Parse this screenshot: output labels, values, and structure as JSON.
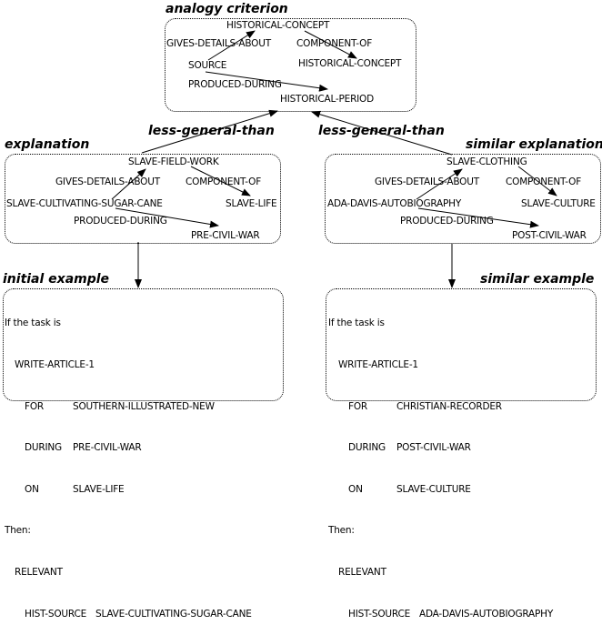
{
  "colors": {
    "ink": "#000000",
    "background": "#ffffff"
  },
  "analogy": {
    "title": "analogy criterion",
    "nodes": {
      "concept": "HISTORICAL-CONCEPT",
      "source": "SOURCE",
      "concept2": "HISTORICAL-CONCEPT",
      "period": "HISTORICAL-PERIOD"
    },
    "relations": {
      "gives": "GIVES-DETAILS-ABOUT",
      "component": "COMPONENT-OF",
      "produced": "PRODUCED-DURING"
    }
  },
  "links": {
    "left_label": "less-general-than",
    "right_label": "less-general-than"
  },
  "explanation": {
    "title": "explanation",
    "nodes": {
      "concept": "SLAVE-FIELD-WORK",
      "source": "SLAVE-CULTIVATING-SUGAR-CANE",
      "concept2": "SLAVE-LIFE",
      "period": "PRE-CIVIL-WAR"
    },
    "relations": {
      "gives": "GIVES-DETAILS-ABOUT",
      "component": "COMPONENT-OF",
      "produced": "PRODUCED-DURING"
    }
  },
  "similar_explanation": {
    "title": "similar explanation",
    "nodes": {
      "concept": "SLAVE-CLOTHING",
      "source": "ADA-DAVIS-AUTOBIOGRAPHY",
      "concept2": "SLAVE-CULTURE",
      "period": "POST-CIVIL-WAR"
    },
    "relations": {
      "gives": "GIVES-DETAILS-ABOUT",
      "component": "COMPONENT-OF",
      "produced": "PRODUCED-DURING"
    }
  },
  "initial_example": {
    "title": "initial example",
    "if_line": "If the task is",
    "task": "WRITE-ARTICLE-1",
    "for_key": "FOR",
    "for_val": "SOUTHERN-ILLUSTRATED-NEW",
    "during_key": "DURING",
    "during_val": "PRE-CIVIL-WAR",
    "on_key": "ON",
    "on_val": "SLAVE-LIFE",
    "then_line": "Then:",
    "relevant": "RELEVANT",
    "hist_key": "HIST-SOURCE",
    "hist_val": "SLAVE-CULTIVATING-SUGAR-CANE"
  },
  "similar_example": {
    "title": "similar example",
    "if_line": "If the task is",
    "task": "WRITE-ARTICLE-1",
    "for_key": "FOR",
    "for_val": "CHRISTIAN-RECORDER",
    "during_key": "DURING",
    "during_val": "POST-CIVIL-WAR",
    "on_key": "ON",
    "on_val": "SLAVE-CULTURE",
    "then_line": "Then:",
    "relevant": "RELEVANT",
    "hist_key": "HIST-SOURCE",
    "hist_val": "ADA-DAVIS-AUTOBIOGRAPHY"
  }
}
